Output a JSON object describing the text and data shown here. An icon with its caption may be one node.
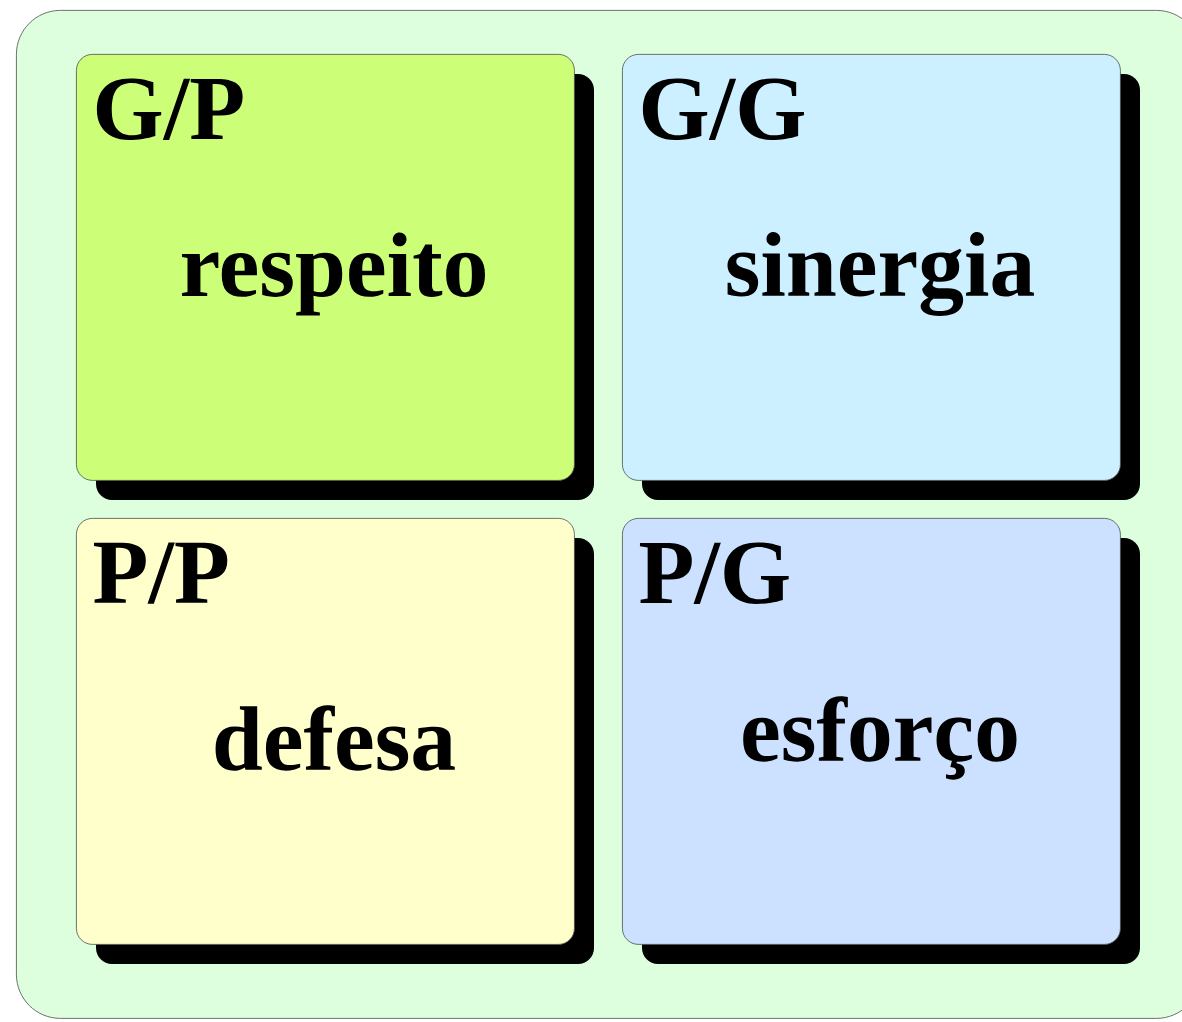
{
  "diagram": {
    "nodes": [
      {
        "text": [],
        "shape": "box"
      },
      {
        "text": [
          "G/P",
          "respeito"
        ],
        "in": 0
      },
      {
        "text": [
          "G/G",
          "sinergia"
        ],
        "in": 0
      },
      {
        "text": [
          "P/P",
          "defesa"
        ],
        "in": 0
      },
      {
        "text": [
          "P/G",
          "esforço"
        ],
        "in": 0
      }
    ]
  }
}
